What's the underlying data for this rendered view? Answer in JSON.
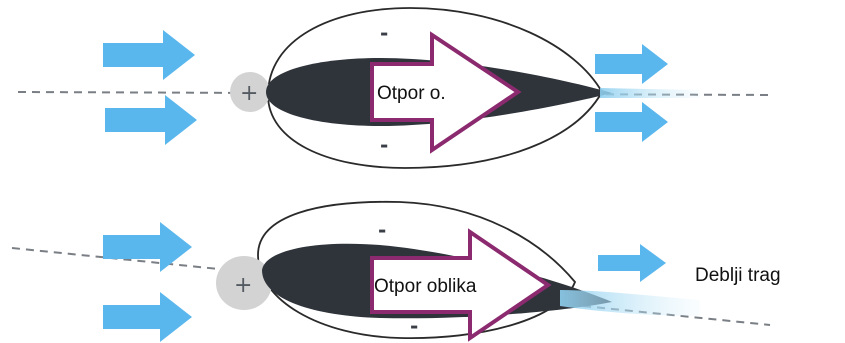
{
  "diagram": {
    "top": {
      "drag_label": "Otpor o.",
      "sign_upper": "-",
      "sign_lower": "-",
      "sign_nose": "+"
    },
    "bottom": {
      "drag_label": "Otpor oblika",
      "sign_upper": "-",
      "sign_lower": "-",
      "sign_nose": "+",
      "wake_label": "Deblji trag"
    },
    "colors": {
      "flow_arrow": "#5ab7ee",
      "airfoil": "#2f343b",
      "drag_arrow_outline": "#8b2a6f",
      "pressure_zone": "#d3d3d3",
      "wake": "#a9d9f2"
    }
  }
}
